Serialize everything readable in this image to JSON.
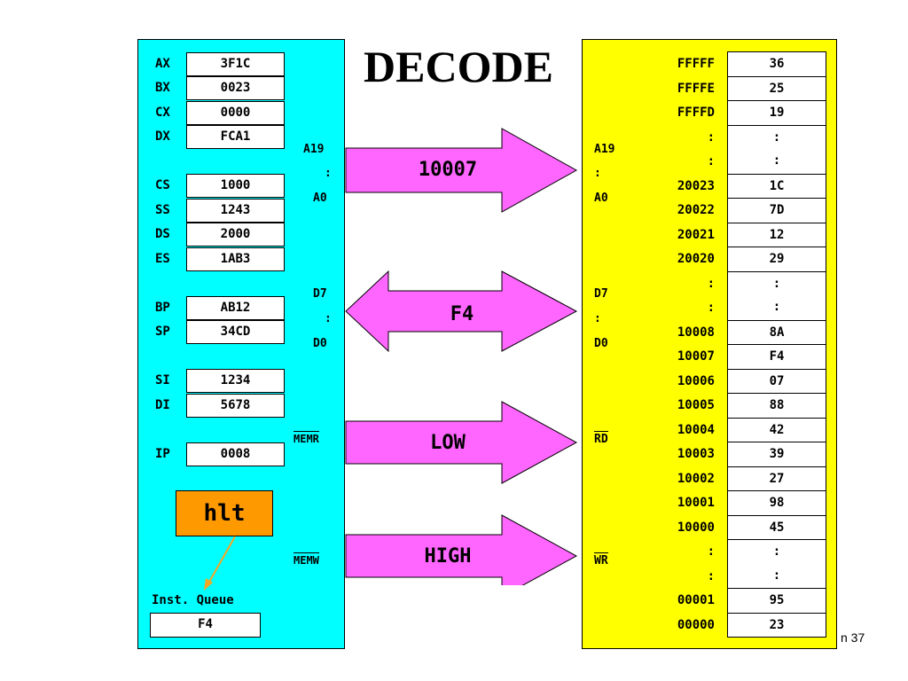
{
  "title": "DECODE",
  "registers": [
    {
      "name": "AX",
      "value": "3F1C"
    },
    {
      "name": "BX",
      "value": "0023"
    },
    {
      "name": "CX",
      "value": "0000"
    },
    {
      "name": "DX",
      "value": "FCA1"
    },
    {
      "name": "CS",
      "value": "1000"
    },
    {
      "name": "SS",
      "value": "1243"
    },
    {
      "name": "DS",
      "value": "2000"
    },
    {
      "name": "ES",
      "value": "1AB3"
    },
    {
      "name": "BP",
      "value": "AB12"
    },
    {
      "name": "SP",
      "value": "34CD"
    },
    {
      "name": "SI",
      "value": "1234"
    },
    {
      "name": "DI",
      "value": "5678"
    },
    {
      "name": "IP",
      "value": "0008"
    }
  ],
  "hlt_label": "hlt",
  "inst_queue": {
    "label": "Inst. Queue",
    "value": "F4"
  },
  "cpu_pins": {
    "addr": [
      "A19",
      ":",
      "A0"
    ],
    "data": [
      "D7",
      ":",
      "D0"
    ],
    "memr": "MEMR",
    "memw": "MEMW"
  },
  "mem_pins": {
    "addr": [
      "A19",
      ":",
      "A0"
    ],
    "data": [
      "D7",
      ":",
      "D0"
    ],
    "rd": "RD",
    "wr": "WR"
  },
  "buses": {
    "address": "10007",
    "data": "F4",
    "read": "LOW",
    "write": "HIGH"
  },
  "memory": [
    {
      "addr": "FFFFF",
      "val": "36"
    },
    {
      "addr": "FFFFE",
      "val": "25"
    },
    {
      "addr": "FFFFD",
      "val": "19"
    },
    {
      "addr": ":",
      "val": ":"
    },
    {
      "addr": ":",
      "val": ":"
    },
    {
      "addr": "20023",
      "val": "1C"
    },
    {
      "addr": "20022",
      "val": "7D"
    },
    {
      "addr": "20021",
      "val": "12"
    },
    {
      "addr": "20020",
      "val": "29"
    },
    {
      "addr": ":",
      "val": ":"
    },
    {
      "addr": ":",
      "val": ":"
    },
    {
      "addr": "10008",
      "val": "8A"
    },
    {
      "addr": "10007",
      "val": "F4"
    },
    {
      "addr": "10006",
      "val": "07"
    },
    {
      "addr": "10005",
      "val": "88"
    },
    {
      "addr": "10004",
      "val": "42"
    },
    {
      "addr": "10003",
      "val": "39"
    },
    {
      "addr": "10002",
      "val": "27"
    },
    {
      "addr": "10001",
      "val": "98"
    },
    {
      "addr": "10000",
      "val": "45"
    },
    {
      "addr": ":",
      "val": ":"
    },
    {
      "addr": ":",
      "val": ":"
    },
    {
      "addr": "00001",
      "val": "95"
    },
    {
      "addr": "00000",
      "val": "23"
    }
  ],
  "slide_number": "n 37",
  "colors": {
    "cpu": "#00ffff",
    "memory": "#ffff00",
    "arrow": "#ff66ff",
    "hlt": "#ff9900"
  }
}
